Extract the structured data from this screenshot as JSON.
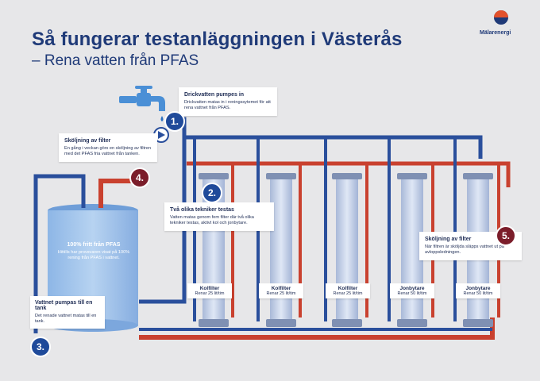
{
  "header": {
    "title": "Så fungerar testanläggningen i Västerås",
    "subtitle": "– Rena vatten från PFAS"
  },
  "logo": {
    "name": "Mälarenergi"
  },
  "steps": [
    {
      "num": "1.",
      "heading": "Drickvatten pumpes in",
      "text": "Drickvatten matas in i reningssytemet för att rena vattnet från PFAS."
    },
    {
      "num": "2.",
      "heading": "Två olika tekniker testas",
      "text": "Vatten matas genom fem filter där två olika tekniker testas, aktivt kol och jonbytare."
    },
    {
      "num": "3.",
      "heading": "Vattnet pumpas till en tank",
      "text": "Det renade vattnet matas till en tank."
    },
    {
      "num": "4.",
      "heading": "Sköljning av filter",
      "text": "En gång i veckan görs en sköljning av filtren med det PFAS fria vattnet från tanken."
    },
    {
      "num": "5.",
      "heading": "Sköljning av filter",
      "text": "När filtren är sköljda släpps vattnet ut på avloppsledningen."
    }
  ],
  "tank": {
    "heading": "100% fritt från PFAS",
    "text": "Hittills har provsvaren visat på 100% rening från PFAS i vattnet."
  },
  "filters": [
    {
      "name": "Kolfilter",
      "rate": "Renar 25 lit/tim"
    },
    {
      "name": "Kolfilter",
      "rate": "Renar 25 lit/tim"
    },
    {
      "name": "Kolfilter",
      "rate": "Renar 25 lit/tim"
    },
    {
      "name": "Jonbytare",
      "rate": "Renar 50 lit/tim"
    },
    {
      "name": "Jonbytare",
      "rate": "Renar 50 lit/tim"
    }
  ],
  "colors": {
    "navy": "#1f3a78",
    "pipe_blue": "#2a4f9c",
    "pipe_red": "#c0392b",
    "step_blue": "#1f4a9a",
    "step_red": "#7b1d2a",
    "tank": "#9ec3ec",
    "filter": "#c7d4ea"
  }
}
